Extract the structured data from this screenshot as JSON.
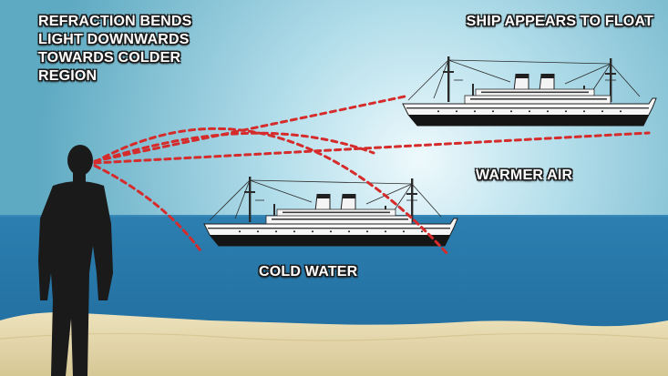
{
  "labels": {
    "refraction": [
      "REFRACTION BENDS",
      "LIGHT DOWNWARDS",
      "TOWARDS COLDER",
      "REGION"
    ],
    "ship_floats": "SHIP APPEARS TO FLOAT",
    "warmer_air": "WARMER AIR",
    "cold_water": "COLD WATER"
  },
  "colors": {
    "sky_top": "#6bb3c9",
    "sky_glow": "#e8f6fb",
    "sea": "#2a75a6",
    "sand": "#e3d6ad",
    "ray": "#d52b2b",
    "silhouette": "#1a1a1a",
    "hull": "#151515"
  }
}
